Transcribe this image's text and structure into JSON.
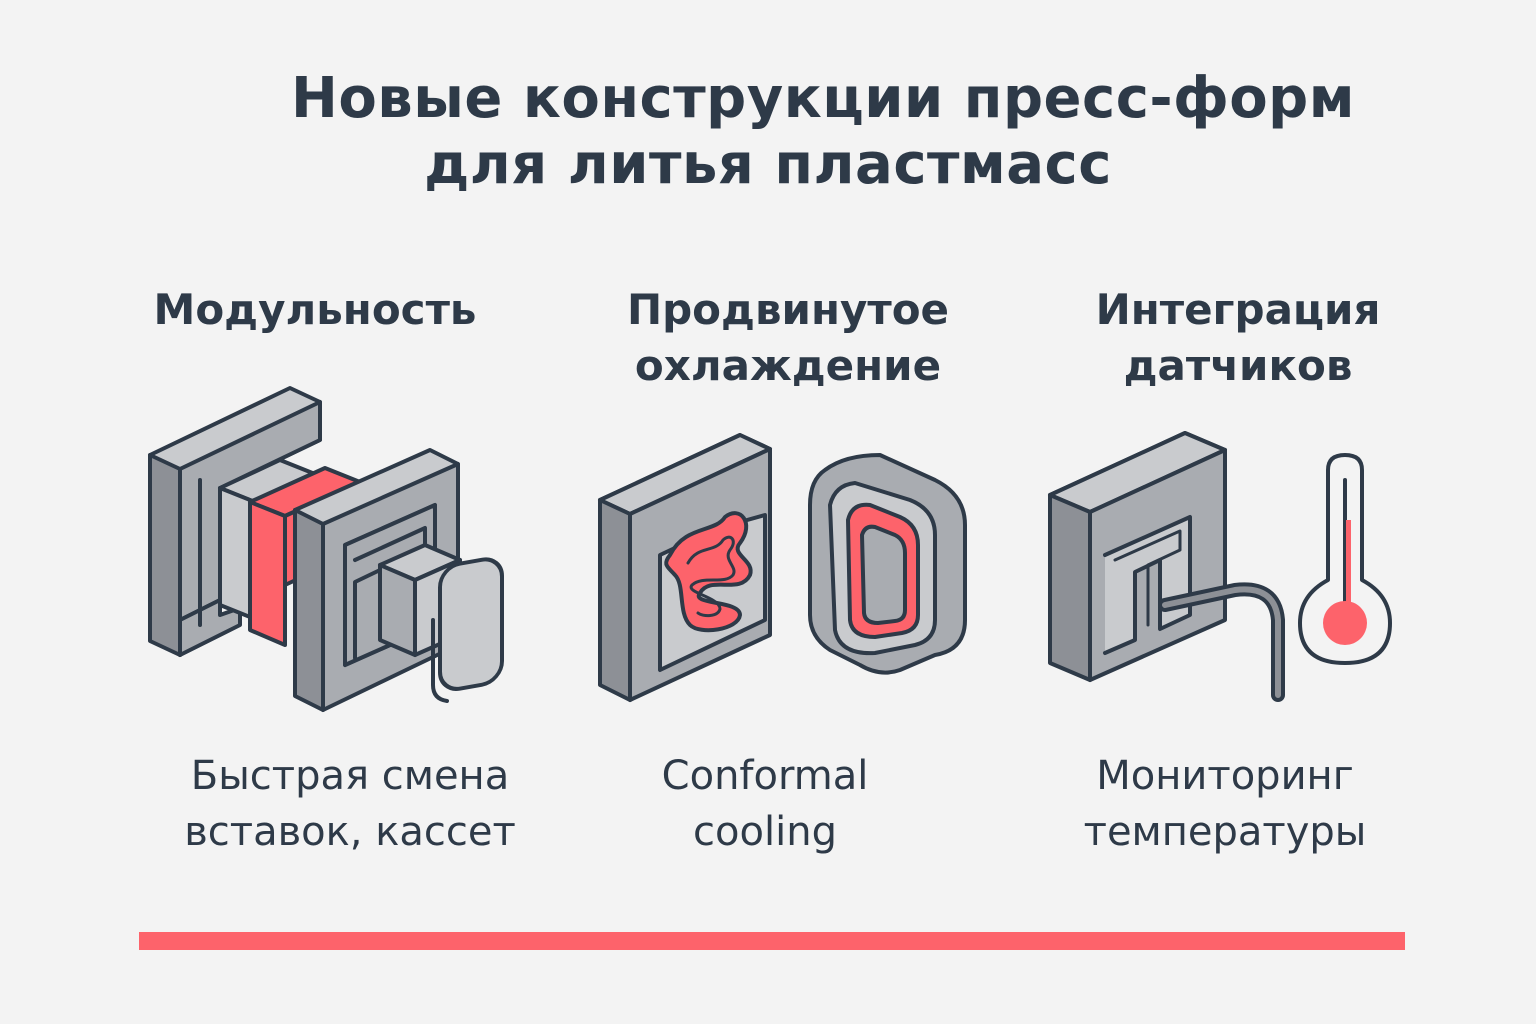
{
  "title": {
    "line1": "Новые конструкции пресс-форм",
    "line2": "для литья пластмасс"
  },
  "features": [
    {
      "title_line1": "Модульность",
      "title_line2": "",
      "desc_line1": "Быстрая смена",
      "desc_line2": "вставок, кассет",
      "icon": "modular-mold-icon"
    },
    {
      "title_line1": "Продвинутое",
      "title_line2": "охлаждение",
      "desc_line1": "Conformal",
      "desc_line2": "cooling",
      "icon": "conformal-cooling-icon"
    },
    {
      "title_line1": "Интеграция",
      "title_line2": "датчиков",
      "desc_line1": "Мониторинг",
      "desc_line2": "температуры",
      "icon": "sensor-thermometer-icon"
    }
  ],
  "colors": {
    "accent": "#fd636b",
    "text": "#2e3a48",
    "metal": "#a9acb1",
    "metal_light": "#c9cbce",
    "metal_dark": "#8d9096",
    "background": "#f3f3f3"
  }
}
